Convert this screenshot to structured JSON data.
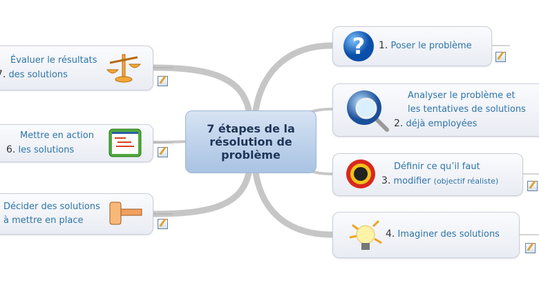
{
  "center": {
    "title": "7 étapes de la résolution de problème"
  },
  "nodes": [
    {
      "num": "1.",
      "lines": [
        "Poser le problème"
      ],
      "icon": "question-icon"
    },
    {
      "num": "2.",
      "lines": [
        "Analyser le problème et",
        "les tentatives de solutions",
        "déjà employées"
      ],
      "icon": "magnifier-globe-icon"
    },
    {
      "num": "3.",
      "lines": [
        "Définir ce qu’il faut",
        "modifier"
      ],
      "extra": "(objectif réaliste)",
      "icon": "target-icon"
    },
    {
      "num": "4.",
      "lines": [
        "Imaginer des solutions"
      ],
      "icon": "lightbulb-icon"
    },
    {
      "lines": [
        "Décider des solutions",
        "à mettre en place"
      ],
      "icon": "gavel-icon"
    },
    {
      "num": "6.",
      "lines": [
        "Mettre en  action",
        "les solutions"
      ],
      "icon": "gantt-chart-icon"
    },
    {
      "num": "7.",
      "lines": [
        "Évaluer le résultats",
        "des solutions"
      ],
      "icon": "scales-icon"
    }
  ]
}
